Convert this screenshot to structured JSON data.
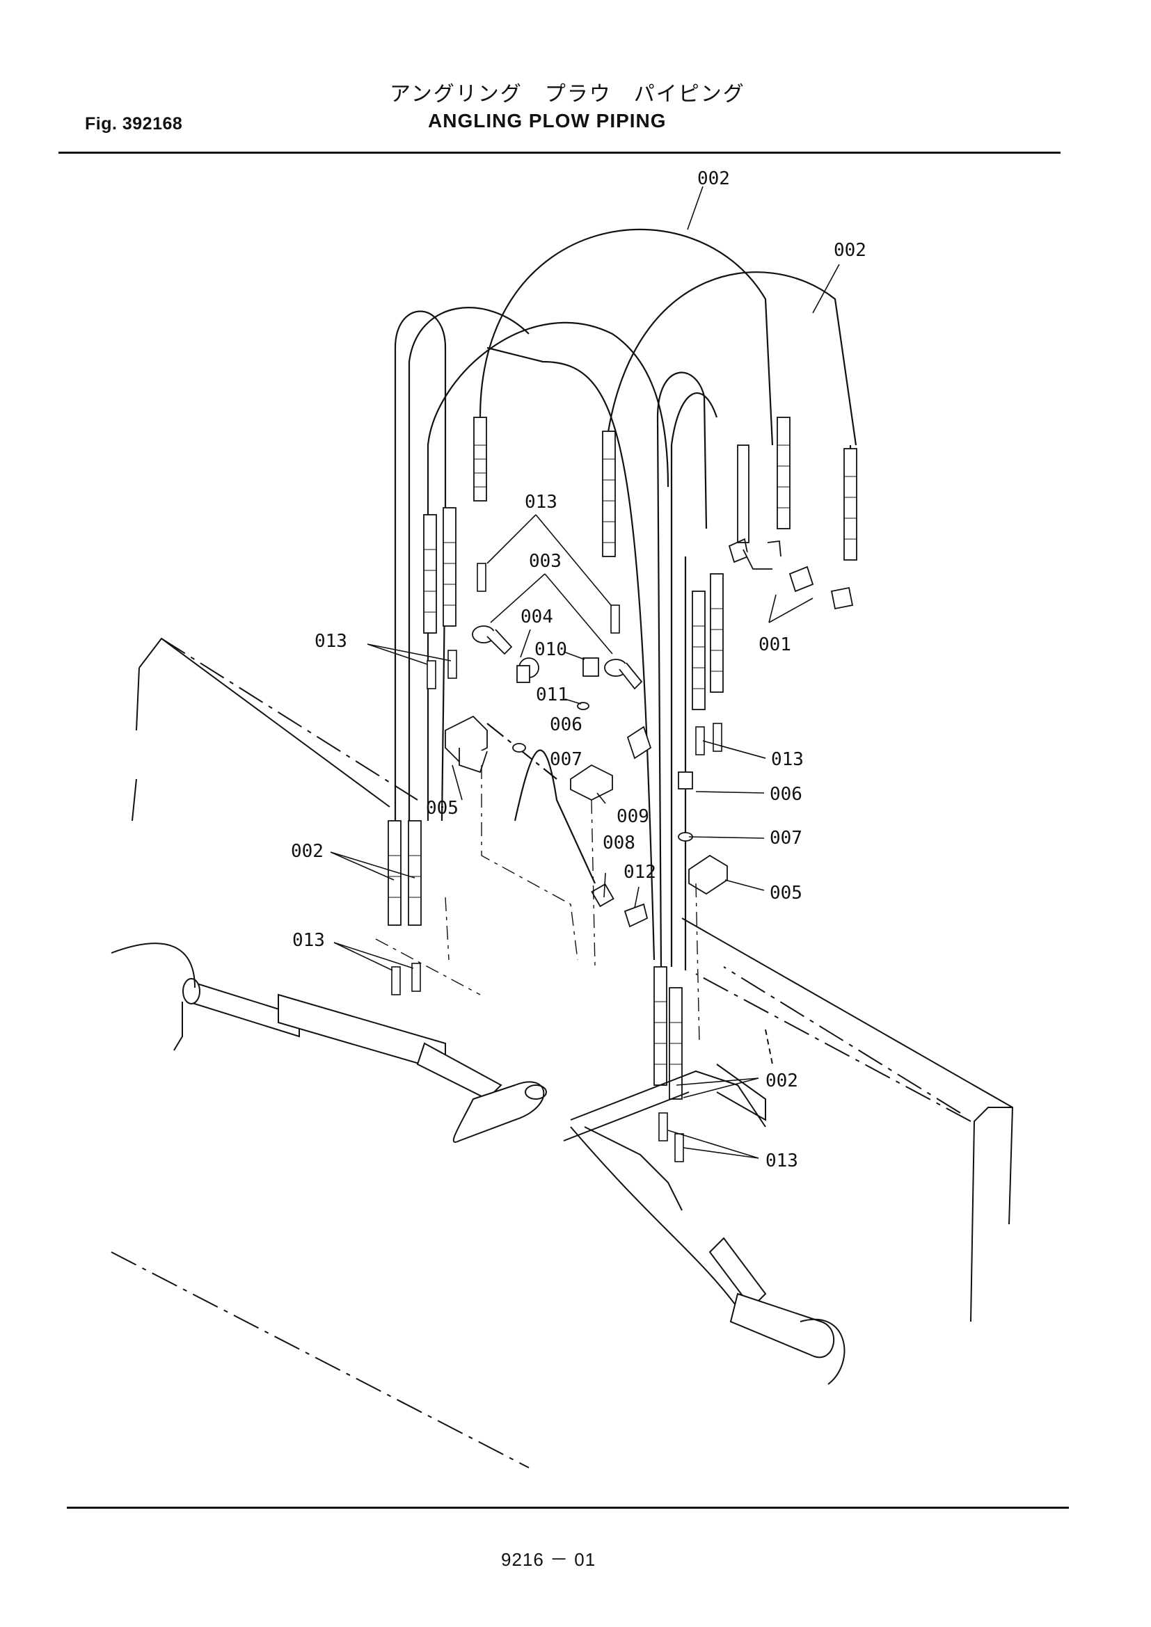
{
  "header": {
    "figure_number": "Fig. 392168",
    "title_japanese": "アングリング　プラウ　パイピング",
    "title_english": "ANGLING  PLOW  PIPING"
  },
  "footer": {
    "page_code": "9216 － 01"
  },
  "callouts": [
    {
      "id": "c1",
      "label": "002"
    },
    {
      "id": "c2",
      "label": "002"
    },
    {
      "id": "c3",
      "label": "013"
    },
    {
      "id": "c4",
      "label": "003"
    },
    {
      "id": "c5",
      "label": "004"
    },
    {
      "id": "c6",
      "label": "010"
    },
    {
      "id": "c7",
      "label": "011"
    },
    {
      "id": "c8",
      "label": "006"
    },
    {
      "id": "c9",
      "label": "007"
    },
    {
      "id": "c10",
      "label": "013"
    },
    {
      "id": "c11",
      "label": "005"
    },
    {
      "id": "c12",
      "label": "009"
    },
    {
      "id": "c13",
      "label": "008"
    },
    {
      "id": "c14",
      "label": "012"
    },
    {
      "id": "c15",
      "label": "001"
    },
    {
      "id": "c16",
      "label": "013"
    },
    {
      "id": "c17",
      "label": "006"
    },
    {
      "id": "c18",
      "label": "007"
    },
    {
      "id": "c19",
      "label": "005"
    },
    {
      "id": "c20",
      "label": "002"
    },
    {
      "id": "c21",
      "label": "013"
    },
    {
      "id": "c22",
      "label": "002"
    },
    {
      "id": "c23",
      "label": "013"
    }
  ]
}
